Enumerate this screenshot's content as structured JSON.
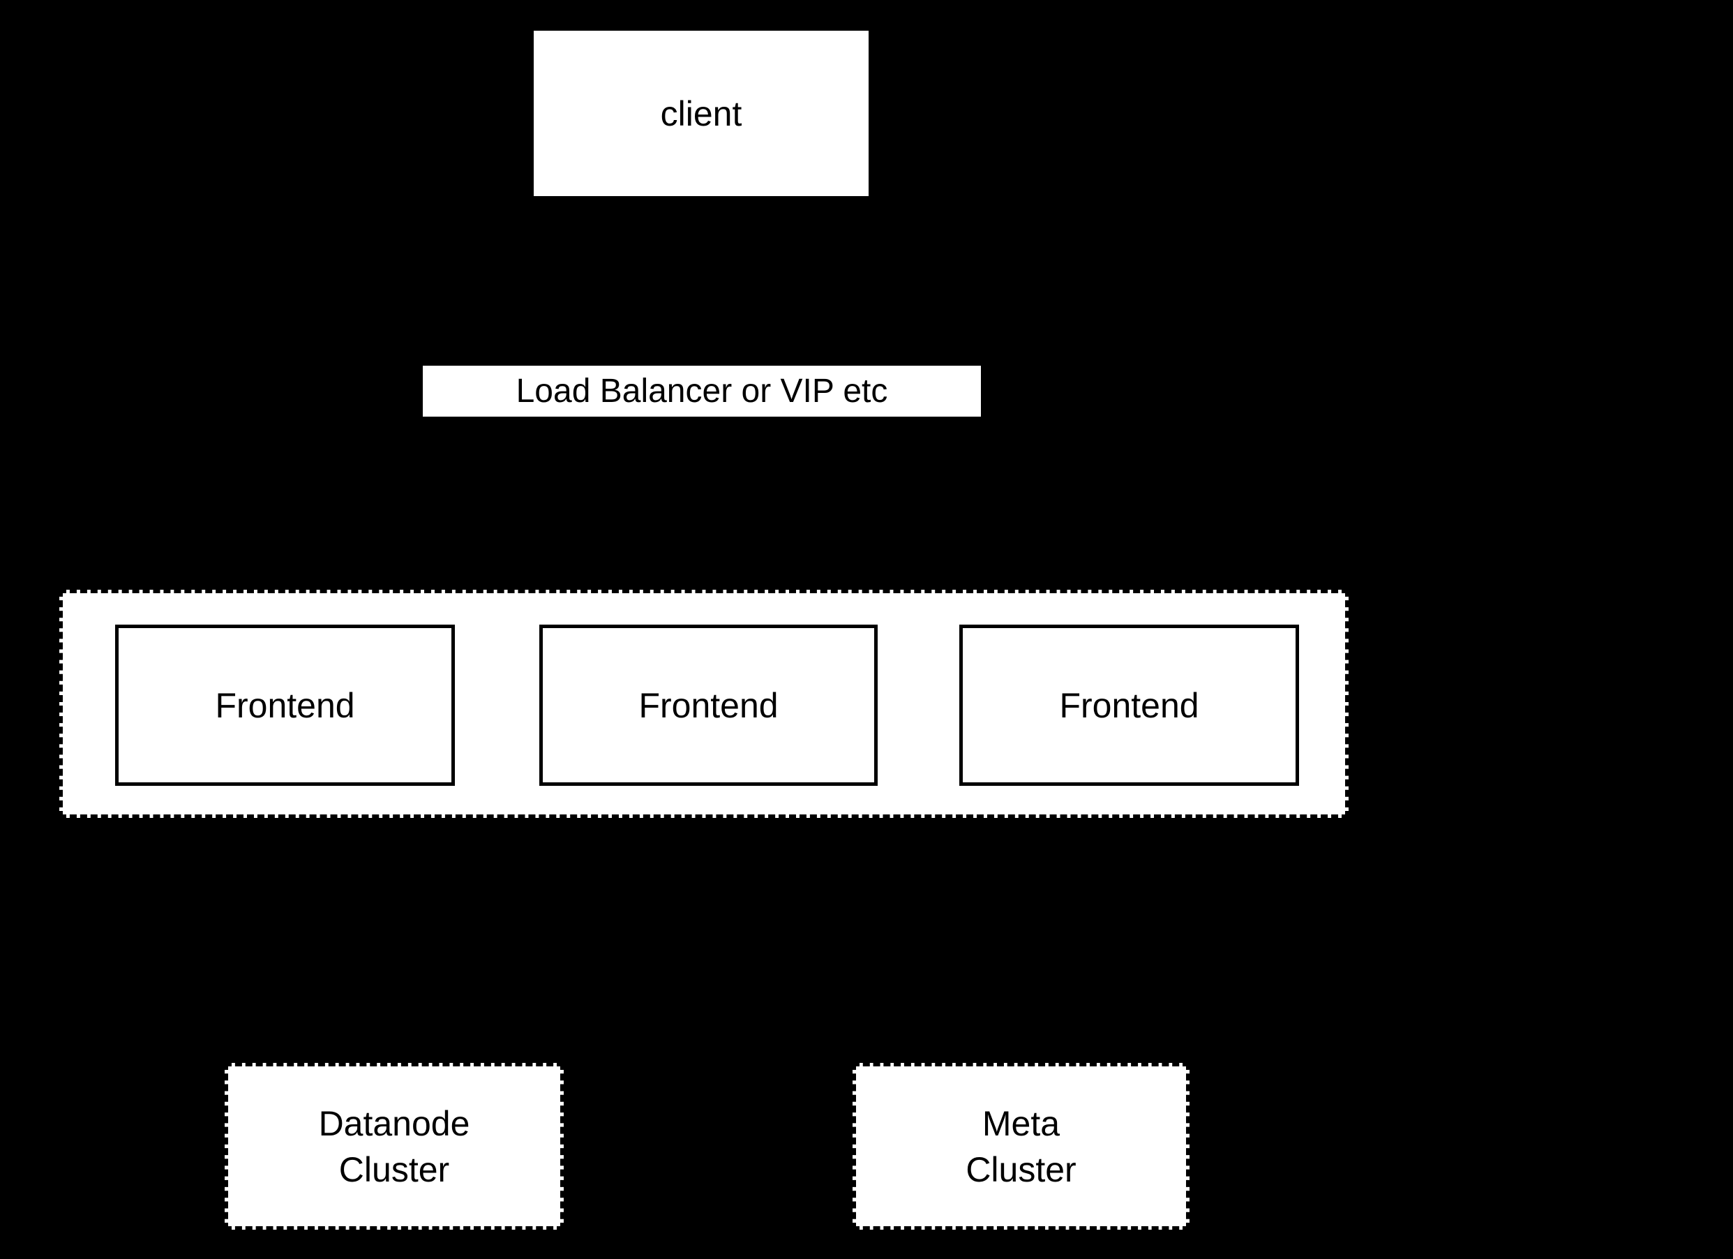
{
  "background": "#000000",
  "colors": {
    "node_fill": "#ffffff",
    "node_text": "#000000",
    "border": "#000000"
  },
  "diagram": {
    "client": {
      "label": "client"
    },
    "load_balancer": {
      "label": "Load Balancer or VIP etc"
    },
    "frontend_group": {
      "frontends": [
        {
          "label": "Frontend"
        },
        {
          "label": "Frontend"
        },
        {
          "label": "Frontend"
        }
      ]
    },
    "datanode_cluster": {
      "line1": "Datanode",
      "line2": "Cluster"
    },
    "meta_cluster": {
      "line1": "Meta",
      "line2": "Cluster"
    }
  }
}
